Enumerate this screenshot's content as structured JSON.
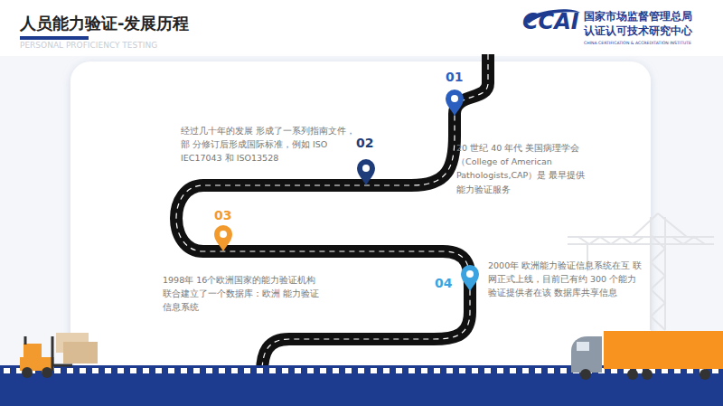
{
  "diagram": {
    "title": "人员能力验证-发展历程",
    "labels": [
      "PERSONAL PROFICIENCY TESTING",
      "CCAI",
      "国家市场监督管理总局",
      "认证认可技术研究中心",
      "CHINA CERTIFICATION & ACCREDITATION INSTITUTE",
      "01",
      "20 世纪 40 年代 美国病理学会（College of American Pathologists,CAP）是 最早提供能力验证服务",
      "02",
      "经过几十年的发展 形成了一系列指南文件，部 分修订后形成国际标准，例如 ISO IEC17043 和 ISO13528",
      "03",
      "1998年 16个欧洲国家的能力验证机构 联合建立了一个数据库：欧洲 能力验证信息系统",
      "04",
      "2000年 欧洲能力验证信息系统在互 联网正式上线，目前已有约 300 个能力验证提供者在该 数据库共享信息"
    ]
  }
}
